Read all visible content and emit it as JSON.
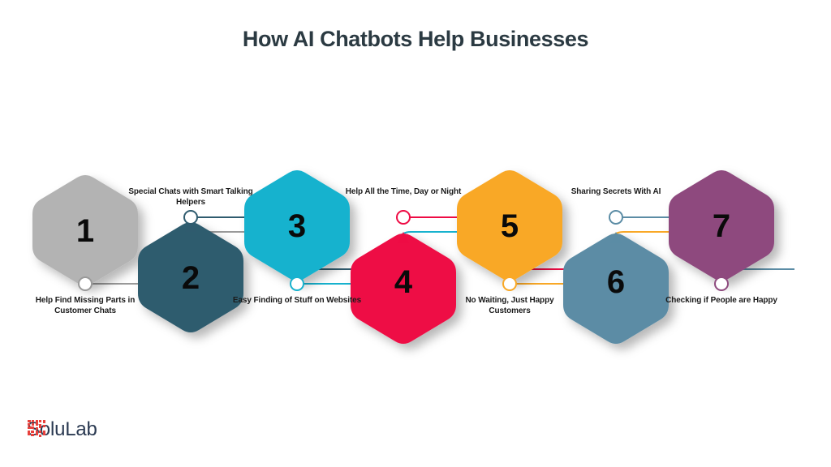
{
  "page": {
    "title": "How AI Chatbots Help Businesses",
    "background": "#ffffff",
    "title_color": "#2B3A42"
  },
  "logo": {
    "name": "SoluLab",
    "mark_color": "#E8413C",
    "text_color": "#2B3A52"
  },
  "steps": [
    {
      "number": "1",
      "label": "Help Find Missing Parts in Customer Chats",
      "color": "#B3B3B3",
      "row": "top",
      "label_position": "below"
    },
    {
      "number": "2",
      "label": "Special Chats with Smart Talking Helpers",
      "color": "#2F5B6E",
      "row": "bottom",
      "label_position": "above"
    },
    {
      "number": "3",
      "label": "Easy Finding of Stuff on Websites",
      "color": "#17B2CE",
      "row": "top",
      "label_position": "below"
    },
    {
      "number": "4",
      "label": "Help All the Time, Day or Night",
      "color": "#EE0B44",
      "row": "bottom",
      "label_position": "above"
    },
    {
      "number": "5",
      "label": "No Waiting, Just Happy Customers",
      "color": "#F9A826",
      "row": "top",
      "label_position": "below"
    },
    {
      "number": "6",
      "label": "Sharing Secrets With AI",
      "color": "#5B8CA5",
      "row": "bottom",
      "label_position": "above"
    },
    {
      "number": "7",
      "label": "Checking if People are Happy",
      "color": "#8E4A7E",
      "row": "top",
      "label_position": "below"
    }
  ]
}
